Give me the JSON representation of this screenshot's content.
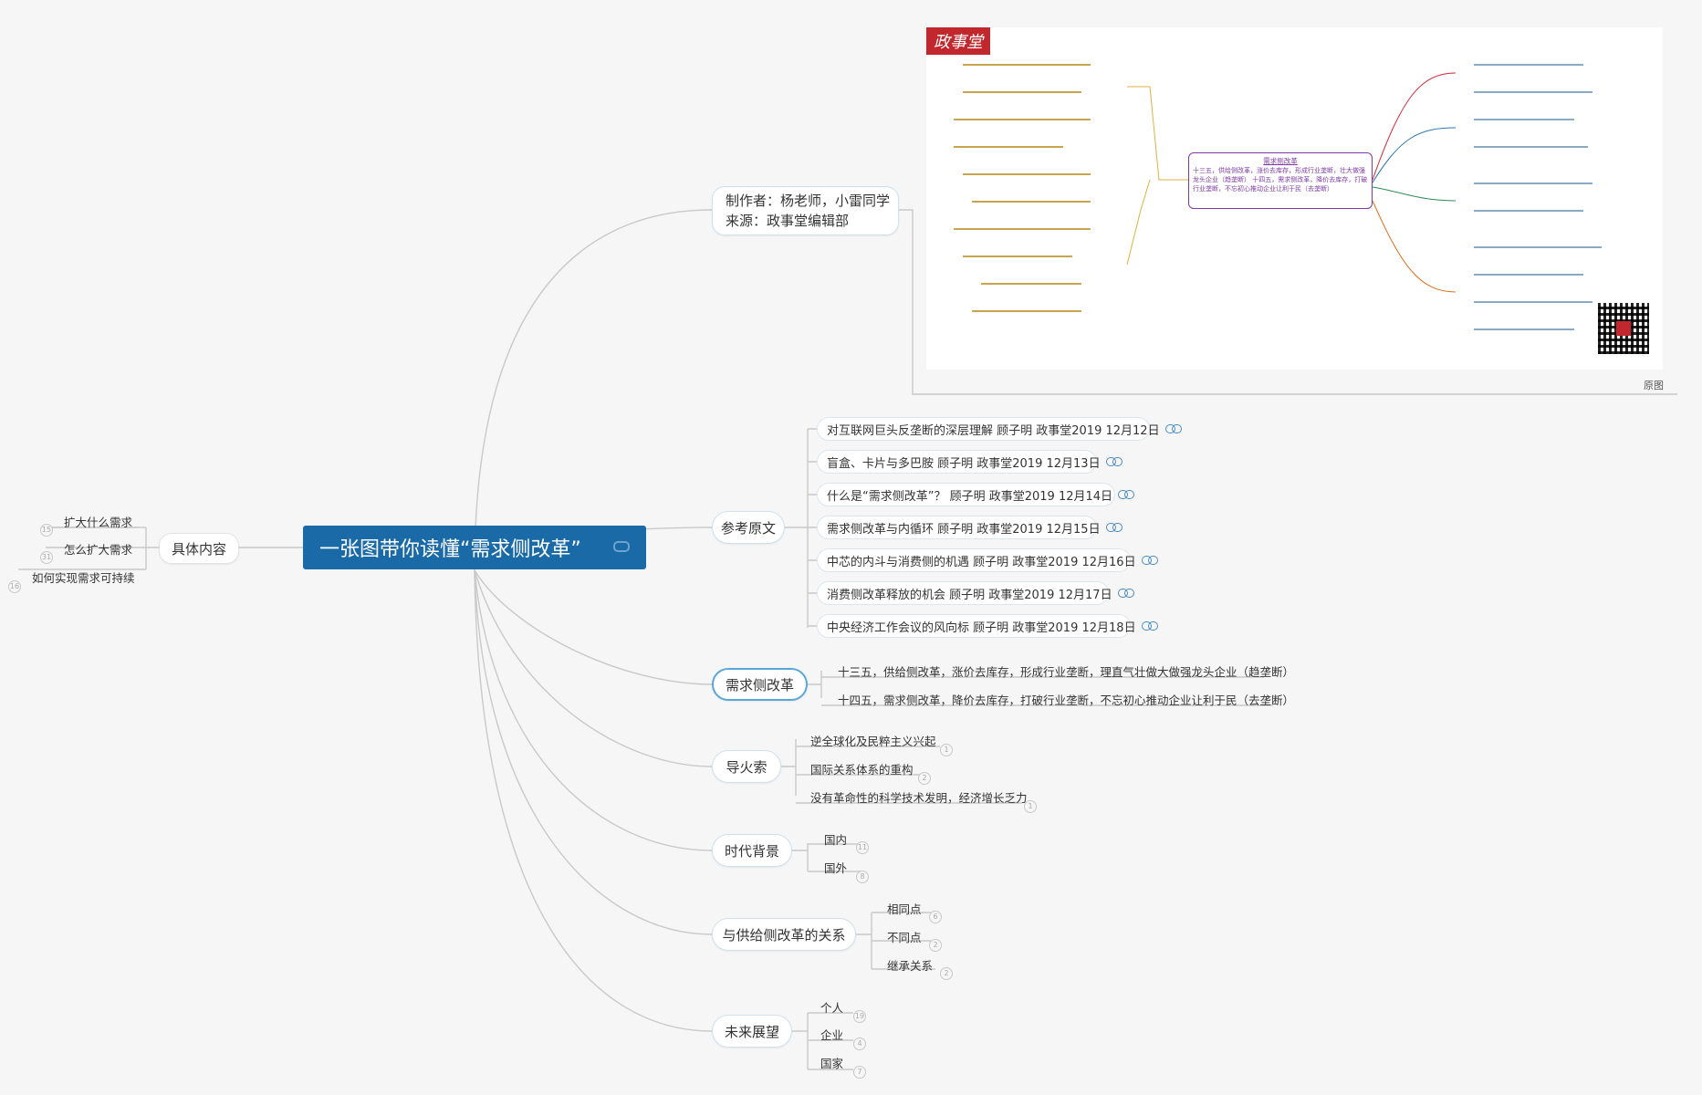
{
  "central": {
    "label": "一张图带你读懂“需求侧改革”"
  },
  "left_branch": {
    "label": "具体内容",
    "items": [
      {
        "label": "扩大什么需求",
        "count": "15"
      },
      {
        "label": "怎么扩大需求",
        "count": "31"
      },
      {
        "label": "如何实现需求可持续",
        "count": "16"
      }
    ]
  },
  "author_branch": {
    "line1": "制作者：杨老师，小雷同学",
    "line2": "来源：政事堂编辑部"
  },
  "image": {
    "caption": "原图",
    "seal_text": "政事堂",
    "root_title": "需求侧改革",
    "root_text": "十三五，供给侧改革，涨价去库存，形成行业垄断，壮大做强龙头企业（趋垄断） 十四五，需求侧改革，降价去库存，打破行业垄断，不忘初心推动企业让利于民（去垄断）"
  },
  "refs_branch": {
    "label": "参考原文",
    "items": [
      "对互联网巨头反垄断的深层理解 顾子明 政事堂2019 12月12日",
      "盲盒、卡片与多巴胺 顾子明 政事堂2019 12月13日",
      "什么是“需求侧改革”？ 顾子明 政事堂2019 12月14日",
      "需求侧改革与内循环 顾子明 政事堂2019 12月15日",
      "中芯的内斗与消费侧的机遇 顾子明 政事堂2019 12月16日",
      "消费侧改革释放的机会 顾子明 政事堂2019 12月17日",
      "中央经济工作会议的风向标 顾子明 政事堂2019 12月18日"
    ]
  },
  "demand_branch": {
    "label": "需求侧改革",
    "items": [
      "十三五，供给侧改革，涨价去库存，形成行业垄断，理直气壮做大做强龙头企业（趋垄断）",
      "十四五，需求侧改革，降价去库存，打破行业垄断，不忘初心推动企业让利于民（去垄断）"
    ]
  },
  "fuse_branch": {
    "label": "导火索",
    "items": [
      {
        "label": "逆全球化及民粹主义兴起",
        "count": "1"
      },
      {
        "label": "国际关系体系的重构",
        "count": "2"
      },
      {
        "label": "没有革命性的科学技术发明，经济增长乏力",
        "count": "1"
      }
    ]
  },
  "era_branch": {
    "label": "时代背景",
    "items": [
      {
        "label": "国内",
        "count": "11"
      },
      {
        "label": "国外",
        "count": "8"
      }
    ]
  },
  "relation_branch": {
    "label": "与供给侧改革的关系",
    "items": [
      {
        "label": "相同点",
        "count": "6"
      },
      {
        "label": "不同点",
        "count": "2"
      },
      {
        "label": "继承关系",
        "count": "2"
      }
    ]
  },
  "future_branch": {
    "label": "未来展望",
    "items": [
      {
        "label": "个人",
        "count": "19"
      },
      {
        "label": "企业",
        "count": "4"
      },
      {
        "label": "国家",
        "count": "7"
      }
    ]
  },
  "colors": {
    "central_bg": "#1a6aa8",
    "link": "#4a8cc6",
    "line": "#c8c8c8"
  }
}
